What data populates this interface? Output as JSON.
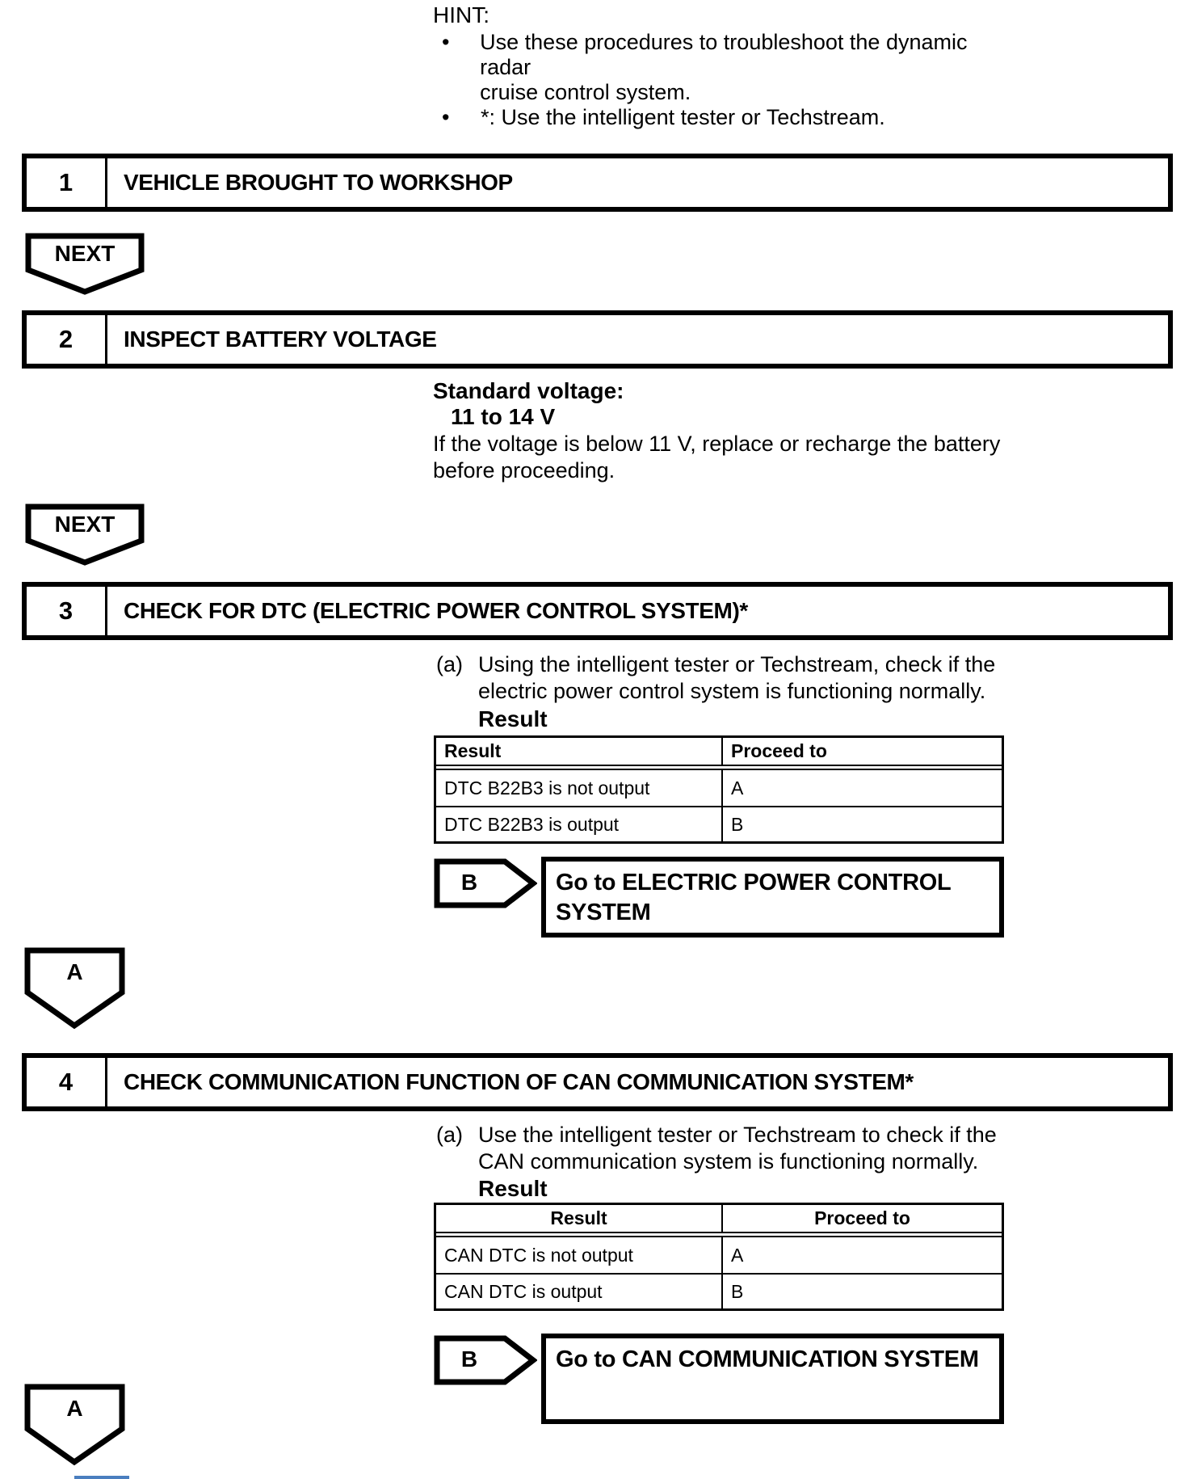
{
  "document": {
    "hint": {
      "label": "HINT:",
      "bullets": [
        {
          "marker": "•",
          "lines": [
            "Use these procedures to troubleshoot the dynamic radar",
            "cruise control system."
          ]
        },
        {
          "marker": "•",
          "lines": [
            "*: Use the intelligent tester or Techstream."
          ]
        }
      ]
    },
    "connector_labels": {
      "next": "NEXT",
      "a": "A",
      "b": "B"
    },
    "steps": [
      {
        "number": "1",
        "title": "VEHICLE BROUGHT TO WORKSHOP"
      },
      {
        "number": "2",
        "title": "INSPECT BATTERY VOLTAGE"
      },
      {
        "number": "3",
        "title": "CHECK FOR DTC (ELECTRIC POWER CONTROL SYSTEM)*"
      },
      {
        "number": "4",
        "title": "CHECK COMMUNICATION FUNCTION OF CAN COMMUNICATION SYSTEM*"
      }
    ],
    "step2": {
      "spec_label": "Standard voltage:",
      "spec_value": "11 to 14 V",
      "note_lines": [
        "If the voltage is below 11 V, replace or recharge the battery",
        "before proceeding."
      ]
    },
    "step3": {
      "item_label": "(a)",
      "item_lines": [
        "Using the intelligent tester or Techstream, check if the",
        "electric power control system is functioning normally."
      ],
      "result_label": "Result",
      "table": {
        "headers": [
          "Result",
          "Proceed to"
        ],
        "rows": [
          {
            "result": "DTC B22B3 is not output",
            "proceed": "A"
          },
          {
            "result": "DTC B22B3 is output",
            "proceed": "B"
          }
        ]
      },
      "goto": {
        "label": "B",
        "lines": [
          "Go to ELECTRIC POWER CONTROL",
          "SYSTEM"
        ]
      }
    },
    "step4": {
      "item_label": "(a)",
      "item_lines": [
        "Use the intelligent tester or Techstream to check if the",
        "CAN communication system is functioning normally."
      ],
      "result_label": "Result",
      "table": {
        "headers": [
          "Result",
          "Proceed to"
        ],
        "rows": [
          {
            "result": "CAN DTC is not output",
            "proceed": "A"
          },
          {
            "result": "CAN DTC is output",
            "proceed": "B"
          }
        ]
      },
      "goto": {
        "label": "B",
        "lines": [
          "Go to CAN COMMUNICATION SYSTEM"
        ]
      }
    }
  }
}
